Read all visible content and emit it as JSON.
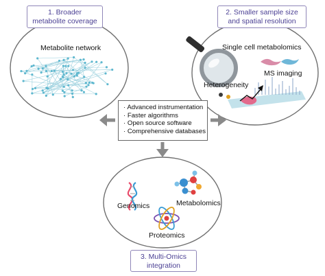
{
  "boxes": {
    "broader": {
      "line1": "1. Broader",
      "line2": "metabolite coverage"
    },
    "smaller": {
      "line1": "2. Smaller sample size",
      "line2": "and spatial resolution"
    },
    "multiomics": {
      "line1": "3. Multi-Omics",
      "line2": "integration"
    }
  },
  "center_list": [
    "· Advanced instrumentation",
    "· Faster algorithms",
    "· Open source software",
    "· Comprehensive databases"
  ],
  "labels": {
    "metabolite_network": "Metabolite network",
    "single_cell": "Single cell metabolomics",
    "ms_imaging": "MS imaging",
    "heterogeneity": "Heterogeneity",
    "genomics": "Genomics",
    "metabolomics": "Metabolomics",
    "proteomics": "Proteomics"
  },
  "colors": {
    "box_border": "#8f86b8",
    "box_text": "#4a3f93",
    "ellipse_stroke": "#6f6f6f",
    "arrow": "#8a8a8a",
    "network_node": "#5fb8cf"
  },
  "icons": [
    "magnifying-glass-icon",
    "dna-icon",
    "molecule-icon",
    "atom-icon",
    "cell-icon"
  ]
}
